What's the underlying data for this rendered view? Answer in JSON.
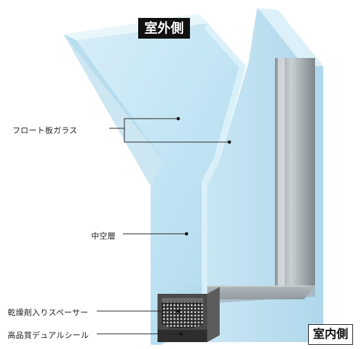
{
  "labels": {
    "outdoor_side": "室外側",
    "indoor_side": "室内側",
    "float_glass": "フロート板ガラス",
    "hollow_layer": "中空層",
    "spacer": "乾燥剤入りスペーサー",
    "seal": "高品質デュアルシール"
  },
  "colors": {
    "glass_light": "#cfeaf6",
    "glass_mid": "#b7dff2",
    "glass_edge": "#e8f6fc",
    "frame_gray": "#9aa4aa",
    "spacer_dark": "#3a3a3a",
    "label_black": "#111111"
  }
}
